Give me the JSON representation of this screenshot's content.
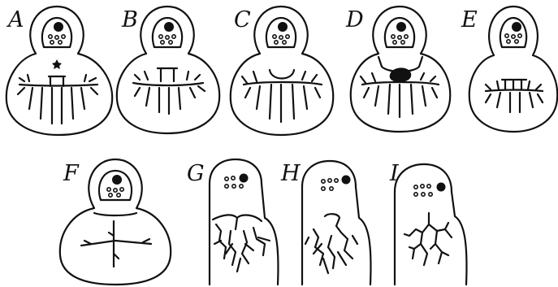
{
  "figure": {
    "ink_color": "#111111",
    "background": "#ffffff",
    "panels": [
      {
        "label": "A",
        "shape": "round-body",
        "veins": "ladder-dense"
      },
      {
        "label": "B",
        "shape": "round-body",
        "veins": "ladder"
      },
      {
        "label": "C",
        "shape": "round-body",
        "veins": "ladder-curved"
      },
      {
        "label": "D",
        "shape": "round-body",
        "veins": "ladder-with-blob"
      },
      {
        "label": "E",
        "shape": "round-body",
        "veins": "ladder-small"
      },
      {
        "label": "F",
        "shape": "round-body",
        "veins": "cross"
      },
      {
        "label": "G",
        "shape": "finger",
        "veins": "branching"
      },
      {
        "label": "H",
        "shape": "finger",
        "veins": "branching"
      },
      {
        "label": "I",
        "shape": "finger",
        "veins": "branching-thin"
      }
    ]
  }
}
